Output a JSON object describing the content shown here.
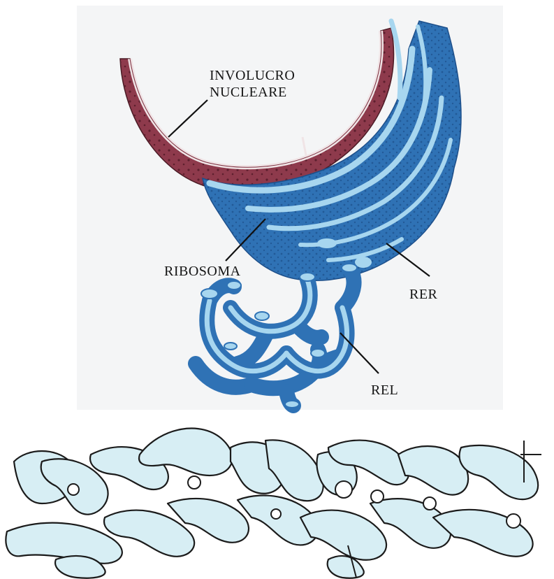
{
  "labels": {
    "envelope_line1": "INVOLUCRO",
    "envelope_line2": "NUCLEARE",
    "ribosome": "RIBOSOMA",
    "rer": "RER",
    "rel": "REL"
  },
  "colors": {
    "nuclear_envelope": "#8e3a4c",
    "envelope_membrane": "#f0e4e6",
    "er_dark": "#2f72b5",
    "er_light": "#a7d6ef",
    "tubule_outline": "#1b1b1b",
    "tubule_fill": "#d7eef4"
  }
}
